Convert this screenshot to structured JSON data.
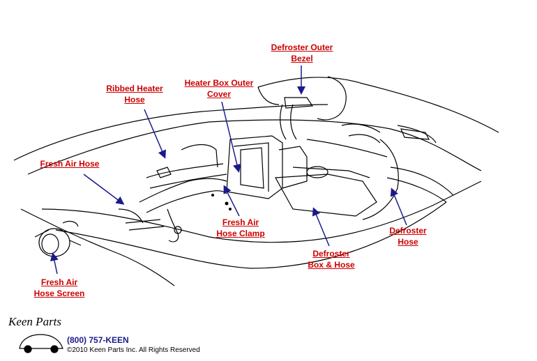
{
  "labels": {
    "defroster_outer_bezel": [
      "Defroster Outer",
      "Bezel"
    ],
    "ribbed_heater_hose": [
      "Ribbed Heater",
      "Hose"
    ],
    "heater_box_outer_cover": [
      "Heater Box Outer",
      "Cover"
    ],
    "fresh_air_hose": [
      "Fresh Air Hose"
    ],
    "fresh_air_hose_clamp": [
      "Fresh Air",
      "Hose Clamp"
    ],
    "defroster_hose": [
      "Defroster",
      "Hose"
    ],
    "defroster_box_hose": [
      "Defroster",
      "Box & Hose"
    ],
    "fresh_air_hose_screen": [
      "Fresh Air",
      "Hose Screen"
    ]
  },
  "footer": {
    "logo": "Keen Parts",
    "phone": "(800) 757-KEEN",
    "copyright": "©2010 Keen Parts Inc. All Rights Reserved"
  },
  "colors": {
    "label": "#cc0000",
    "arrow": "#1a1a8c",
    "line": "#000000"
  }
}
